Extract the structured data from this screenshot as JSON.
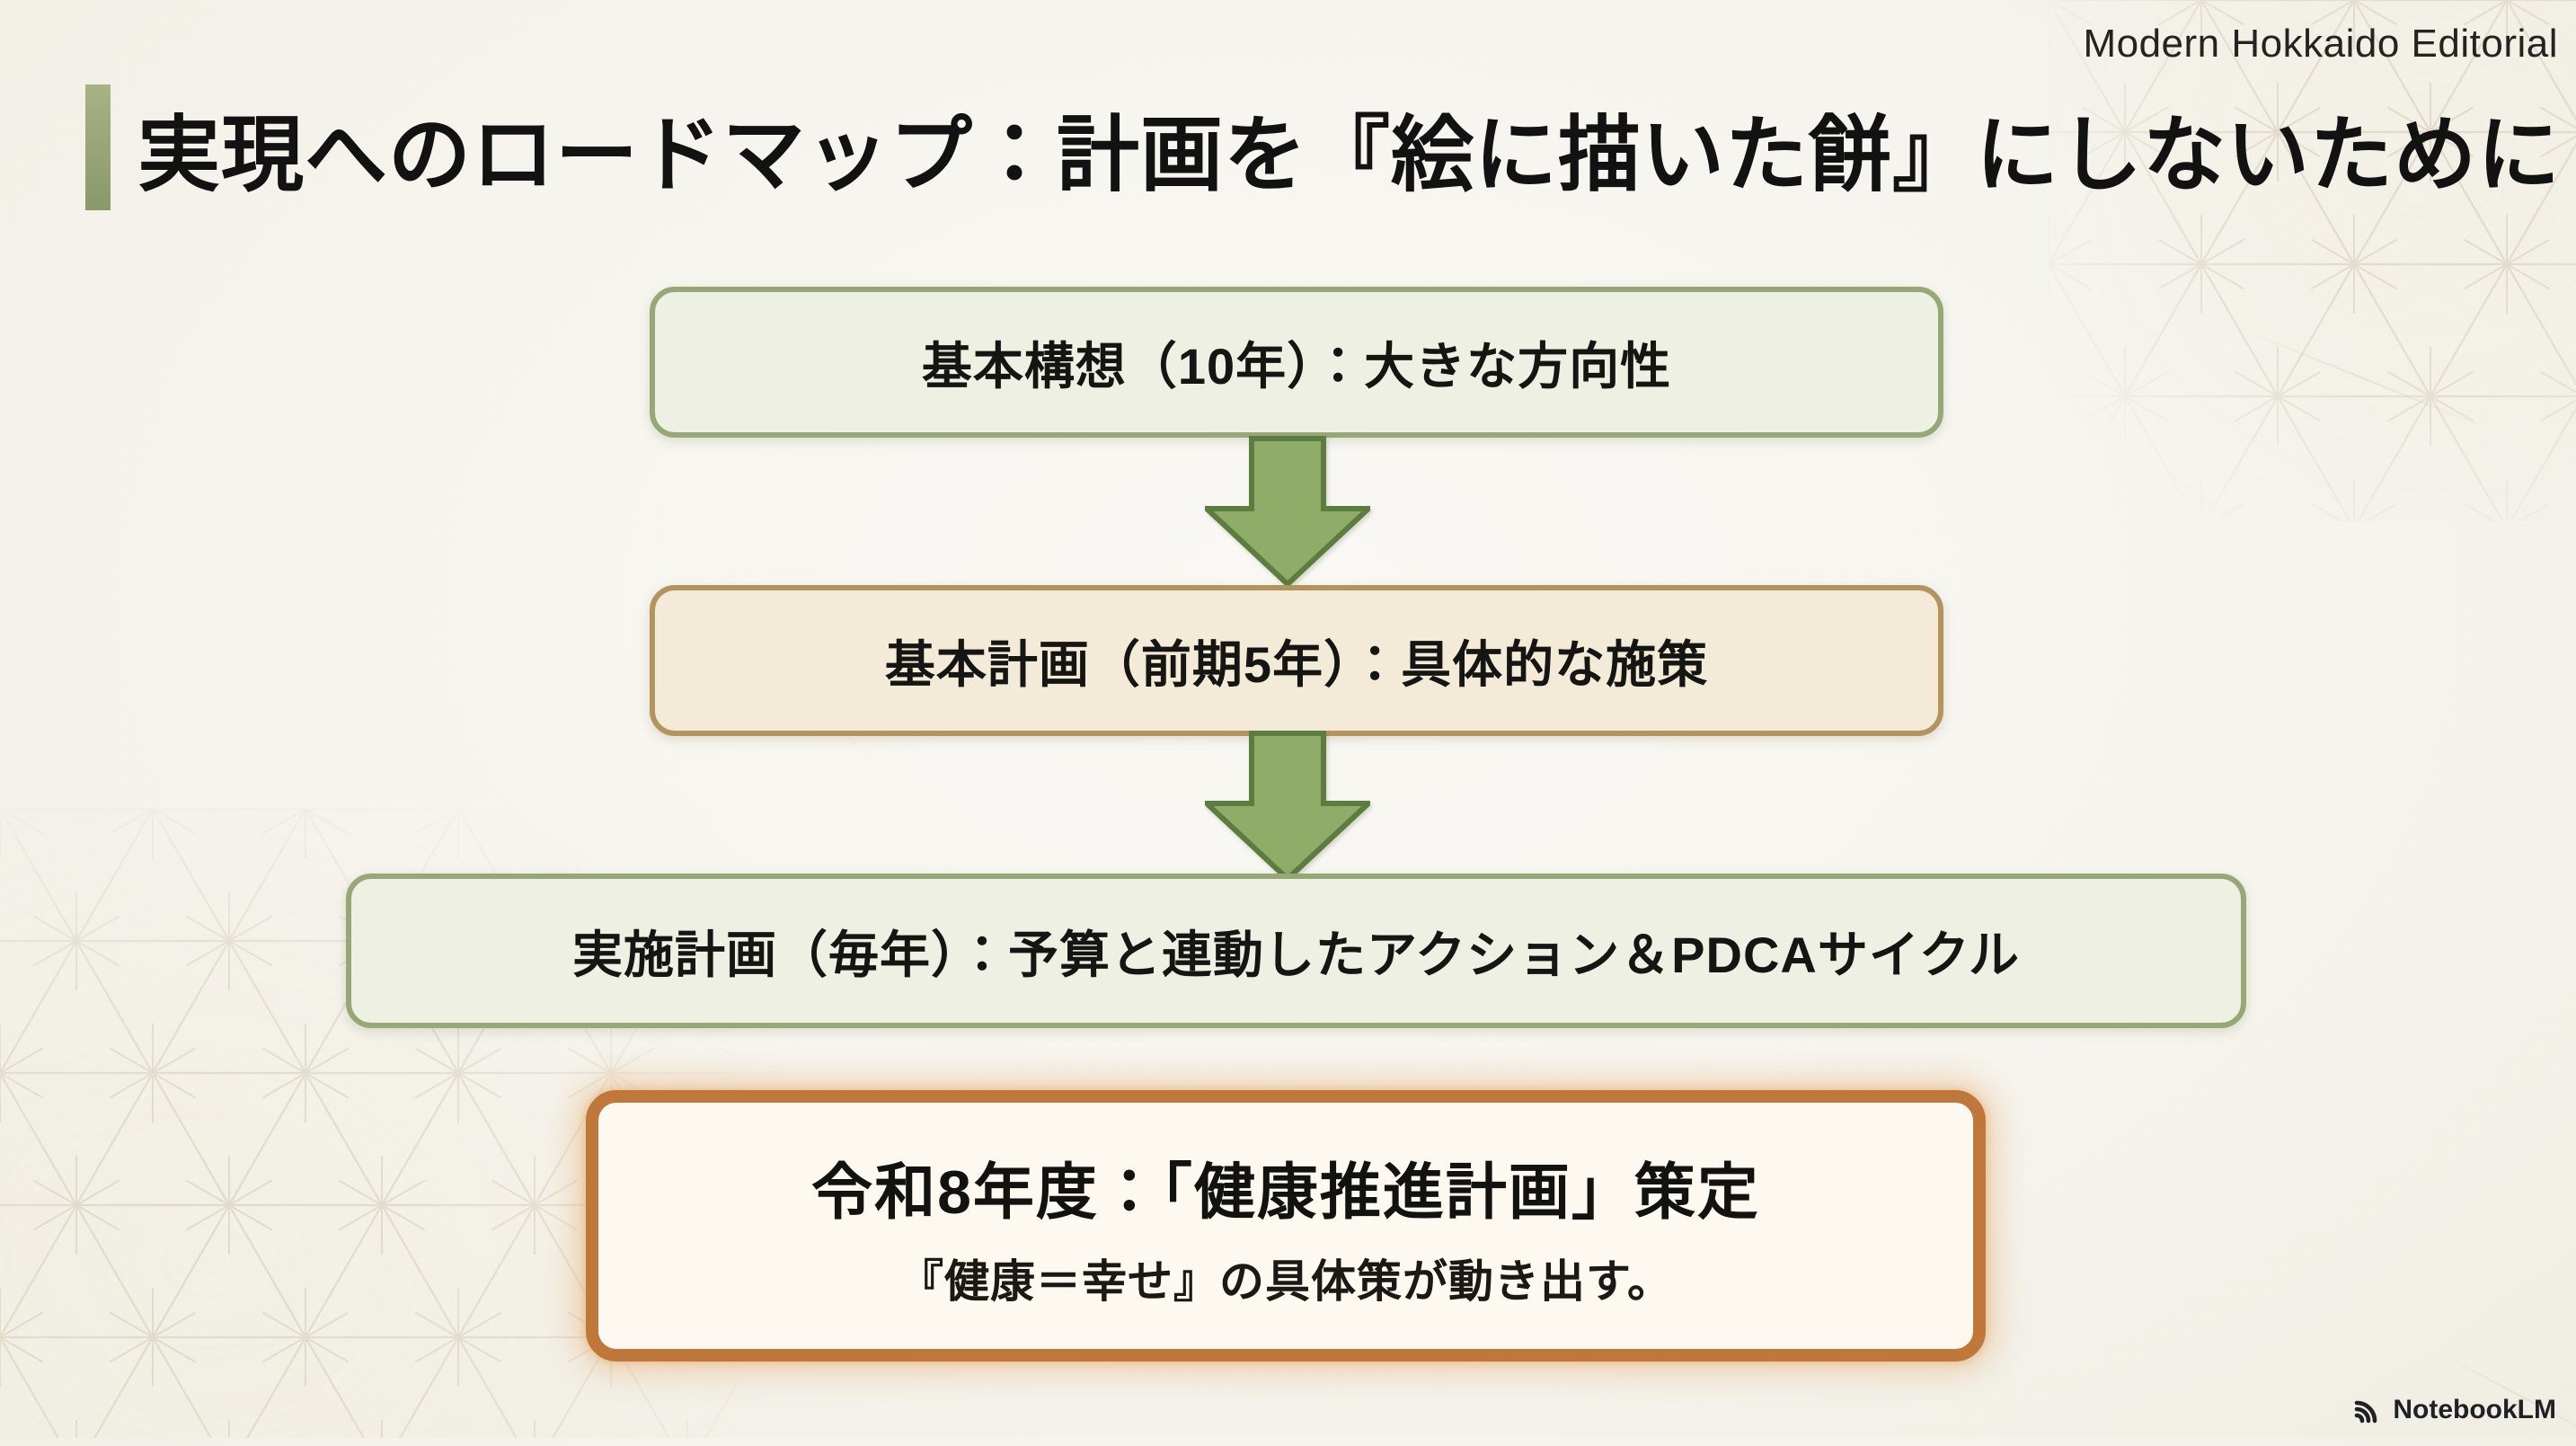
{
  "meta": {
    "brand": "Modern Hokkaido Editorial",
    "watermark": "NotebookLM"
  },
  "header": {
    "title": "実現へのロードマップ：計画を『絵に描いた餅』にしないために"
  },
  "flow": {
    "steps": [
      {
        "label": "基本構想（10年）：大きな方向性",
        "theme": "green"
      },
      {
        "label": "基本計画（前期5年）：具体的な施策",
        "theme": "tan"
      },
      {
        "label": "実施計画（毎年）：予算と連動したアクション＆PDCAサイクル",
        "theme": "green"
      }
    ],
    "connector": "down-arrow"
  },
  "highlight": {
    "heading": "令和8年度：「健康推進計画」策定",
    "body": "『健康＝幸せ』の具体策が動き出す。"
  },
  "decor": {
    "background_pattern": "asanoha",
    "pattern_regions": [
      "top-right",
      "bottom-left"
    ]
  },
  "colors": {
    "background": "#f6f4ee",
    "pattern_line": "#dcd4c2",
    "text": "#141414",
    "accent_bar": "#9aa778",
    "step_green_fill": "#edf0e2",
    "step_green_border": "#96a876",
    "step_tan_fill": "#f3ead8",
    "step_tan_border": "#b3945f",
    "arrow_fill": "#8fad69",
    "arrow_stroke": "#5d7c40",
    "highlight_fill": "#fdf9f1",
    "highlight_border": "#c0783a",
    "highlight_glow": "#e2a05a"
  }
}
